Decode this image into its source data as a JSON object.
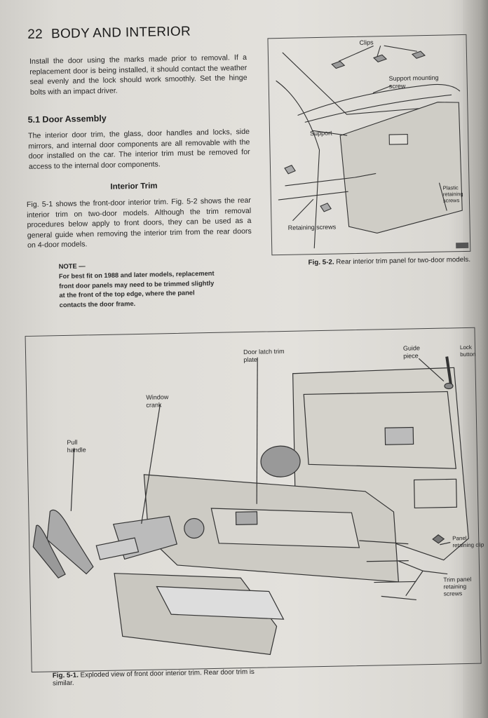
{
  "header": {
    "page_number": "22",
    "section_title": "BODY AND INTERIOR"
  },
  "intro_paragraph": "Install the door using the marks made prior to removal. If a replacement door is being installed, it should contact the weather seal evenly and the lock should work smoothly. Set the hinge bolts with an impact driver.",
  "section_5_1": {
    "heading": "5.1 Door Assembly",
    "paragraph": "The interior door trim, the glass, door handles and locks, side mirrors, and internal door components are all removable with the door installed on the car. The interior trim must be removed for access to the internal door components."
  },
  "interior_trim": {
    "heading": "Interior Trim",
    "paragraph": "Fig. 5-1 shows the front-door interior trim. Fig. 5-2 shows the rear interior trim on two-door models. Although the trim removal procedures below apply to front doors, they can be used as a general guide when removing the interior trim from the rear doors on 4-door models."
  },
  "note": {
    "label": "NOTE —",
    "text": "For best fit on 1988 and later models, replacement front door panels may need to be trimmed slightly at the front of the top edge, where the panel contacts the door frame."
  },
  "figure_5_2": {
    "labels": {
      "clips": "Clips",
      "support_mounting_screw": "Support mounting screw",
      "support": "Support",
      "plastic_retaining_screws": "Plastic retaining screws",
      "retaining_screws": "Retaining screws"
    },
    "caption_num": "Fig. 5-2.",
    "caption_text": "Rear interior trim panel for two-door models."
  },
  "figure_5_1": {
    "labels": {
      "door_latch_trim_plate": "Door latch trim plate",
      "guide_piece": "Guide piece",
      "lock_button": "Lock button",
      "window_crank": "Window crank",
      "pull_handle": "Pull handle",
      "panel_retaining_clip": "Panel retaining clip",
      "trim_panel_retaining_screws": "Trim panel retaining screws"
    },
    "caption_num": "Fig. 5-1.",
    "caption_text": "Exploded view of front door interior trim. Rear door trim is similar."
  }
}
